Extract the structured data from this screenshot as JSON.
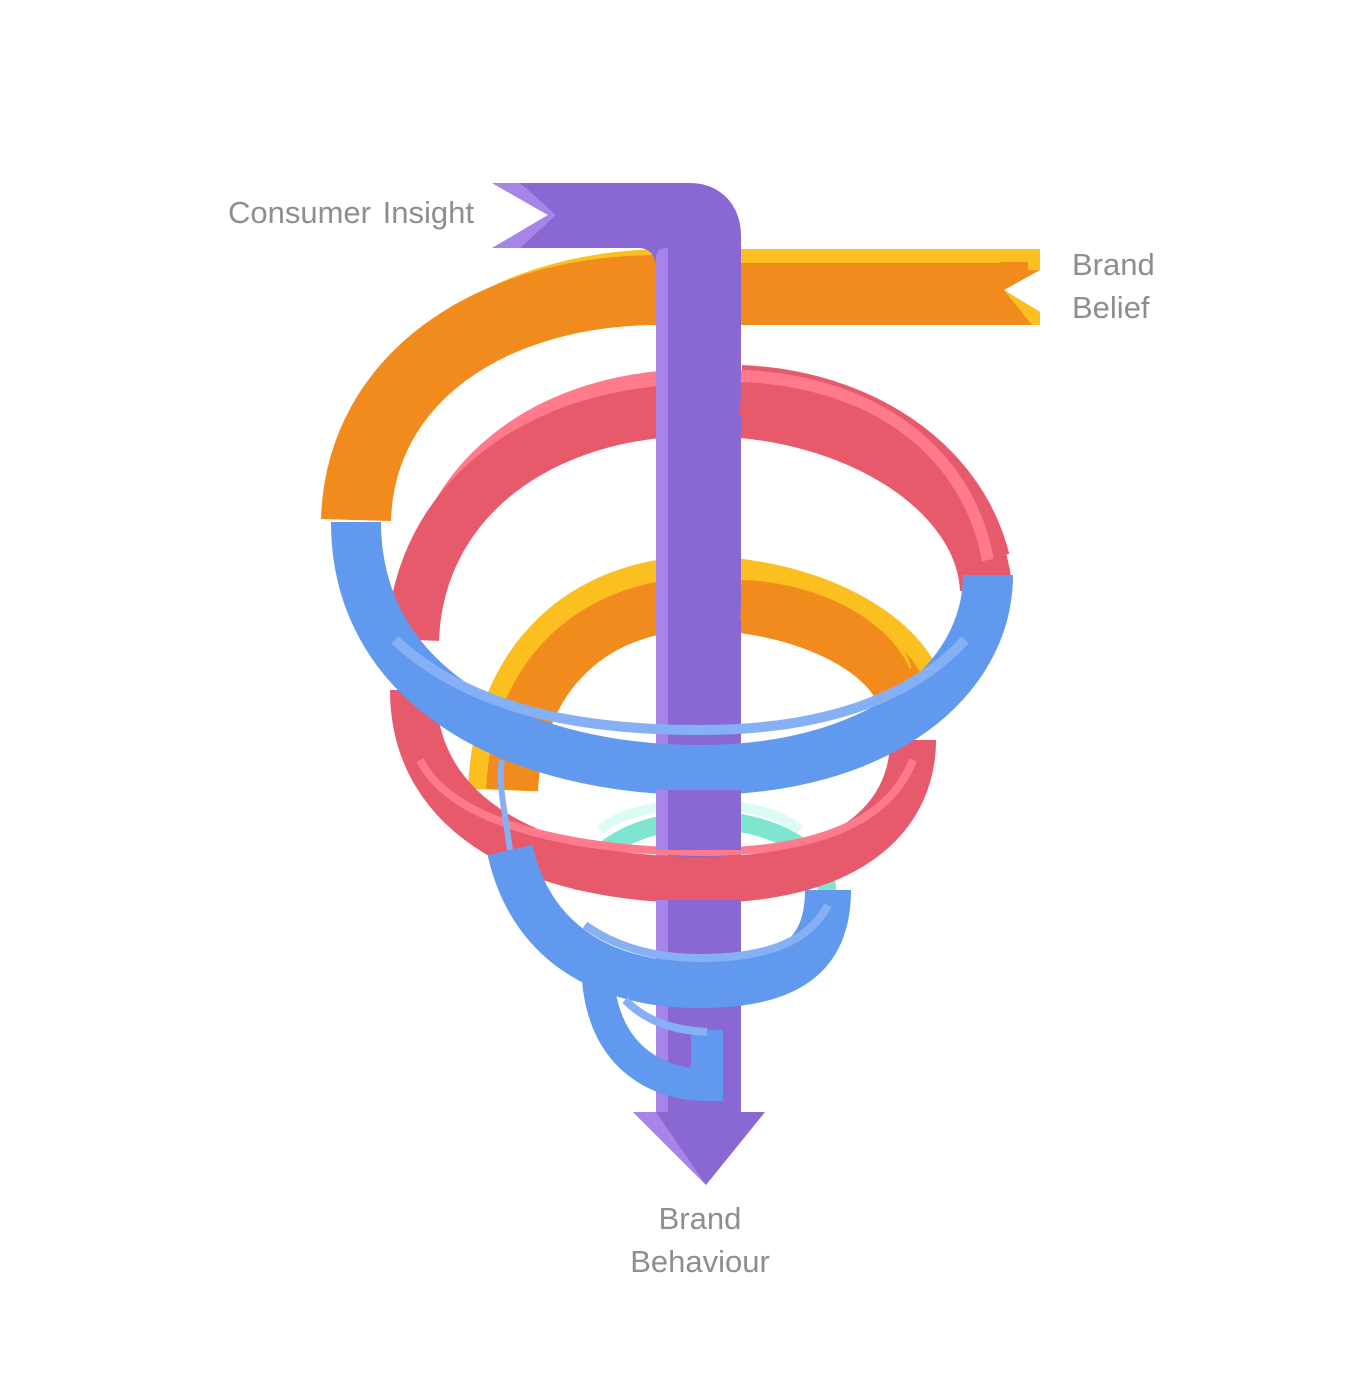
{
  "labels": {
    "consumer_insight": "Consumer Insight",
    "brand_belief_line1": "Brand",
    "brand_belief_line2": "Belief",
    "brand_behaviour_line1": "Brand",
    "brand_behaviour_line2": "Behaviour"
  },
  "colors": {
    "purple": "#8a68d4",
    "purple_light": "#a785e8",
    "orange": "#f28b1e",
    "yellow": "#fbbf1f",
    "red": "#e75a6c",
    "red_light": "#ff7b8b",
    "blue": "#6199ef",
    "blue_light": "#86b0f5",
    "teal": "#7ee6cf",
    "label_gray": "#8e8e8e"
  }
}
